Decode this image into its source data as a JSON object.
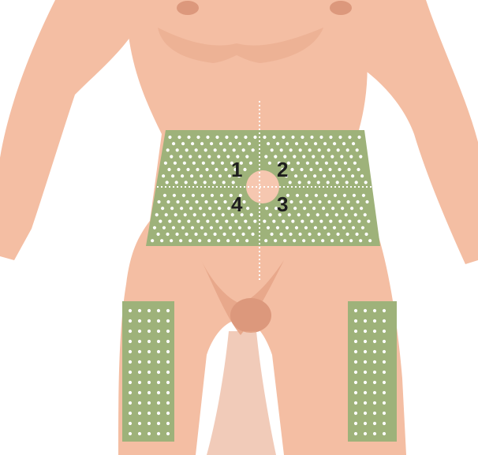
{
  "colors": {
    "skin": "#f4bea3",
    "skin_shadow": "#e8a88b",
    "skin_dark": "#dc987c",
    "zone": "#9eb27a",
    "dot": "#ffffff",
    "navel": "#f6c7b0",
    "guide": "#ffffff",
    "label": "#1e1e1e"
  },
  "quadrants": [
    {
      "id": "upper-left",
      "label": "1"
    },
    {
      "id": "upper-right",
      "label": "2"
    },
    {
      "id": "lower-right",
      "label": "3"
    },
    {
      "id": "lower-left",
      "label": "4"
    }
  ],
  "zones": [
    {
      "id": "abdomen-zone",
      "kind": "abdomen"
    },
    {
      "id": "left-thigh-zone",
      "kind": "thigh"
    },
    {
      "id": "right-thigh-zone",
      "kind": "thigh"
    }
  ]
}
